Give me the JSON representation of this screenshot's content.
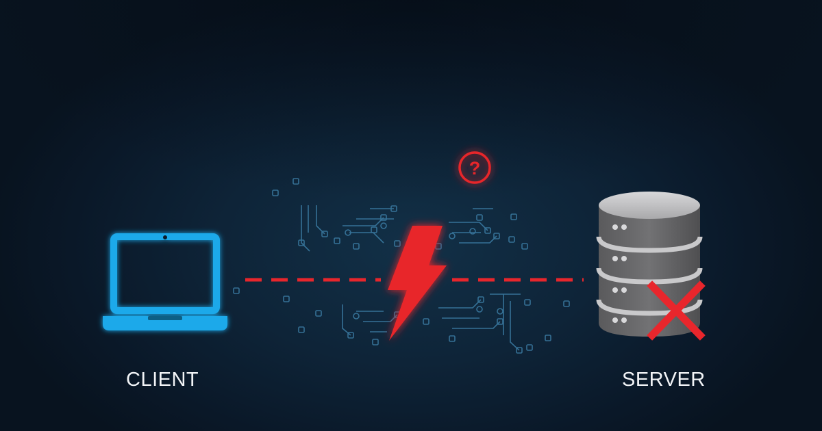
{
  "diagram": {
    "client_label": "CLIENT",
    "server_label": "SERVER",
    "nodes": [
      {
        "id": "client",
        "icon": "laptop-icon"
      },
      {
        "id": "server",
        "icon": "database-server-icon"
      }
    ],
    "connection": {
      "from": "client",
      "to": "server",
      "style": "dashed",
      "status": "broken"
    },
    "break_icon": "lightning-bolt-icon",
    "status_icon": "question-mark-icon",
    "error_icon": "cross-icon"
  },
  "colors": {
    "client_accent": "#1fa9ea",
    "connection": "#e8262c",
    "error": "#e8262c",
    "server_body": "#6b6b6d",
    "server_top": "#c9c9cb",
    "circuit": "#3c7ea6"
  }
}
